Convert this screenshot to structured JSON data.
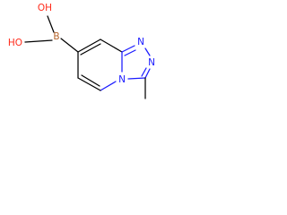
{
  "molecule": {
    "atoms": {
      "ho_top": "OH",
      "ho_left": "HO",
      "boron": "B",
      "n_top": "N",
      "n_right": "N",
      "n_bridge": "N"
    },
    "colors": {
      "bond": "#000000",
      "oxygen": "#ff2a1a",
      "nitrogen": "#1a1aff",
      "boron": "#b5632a"
    }
  }
}
